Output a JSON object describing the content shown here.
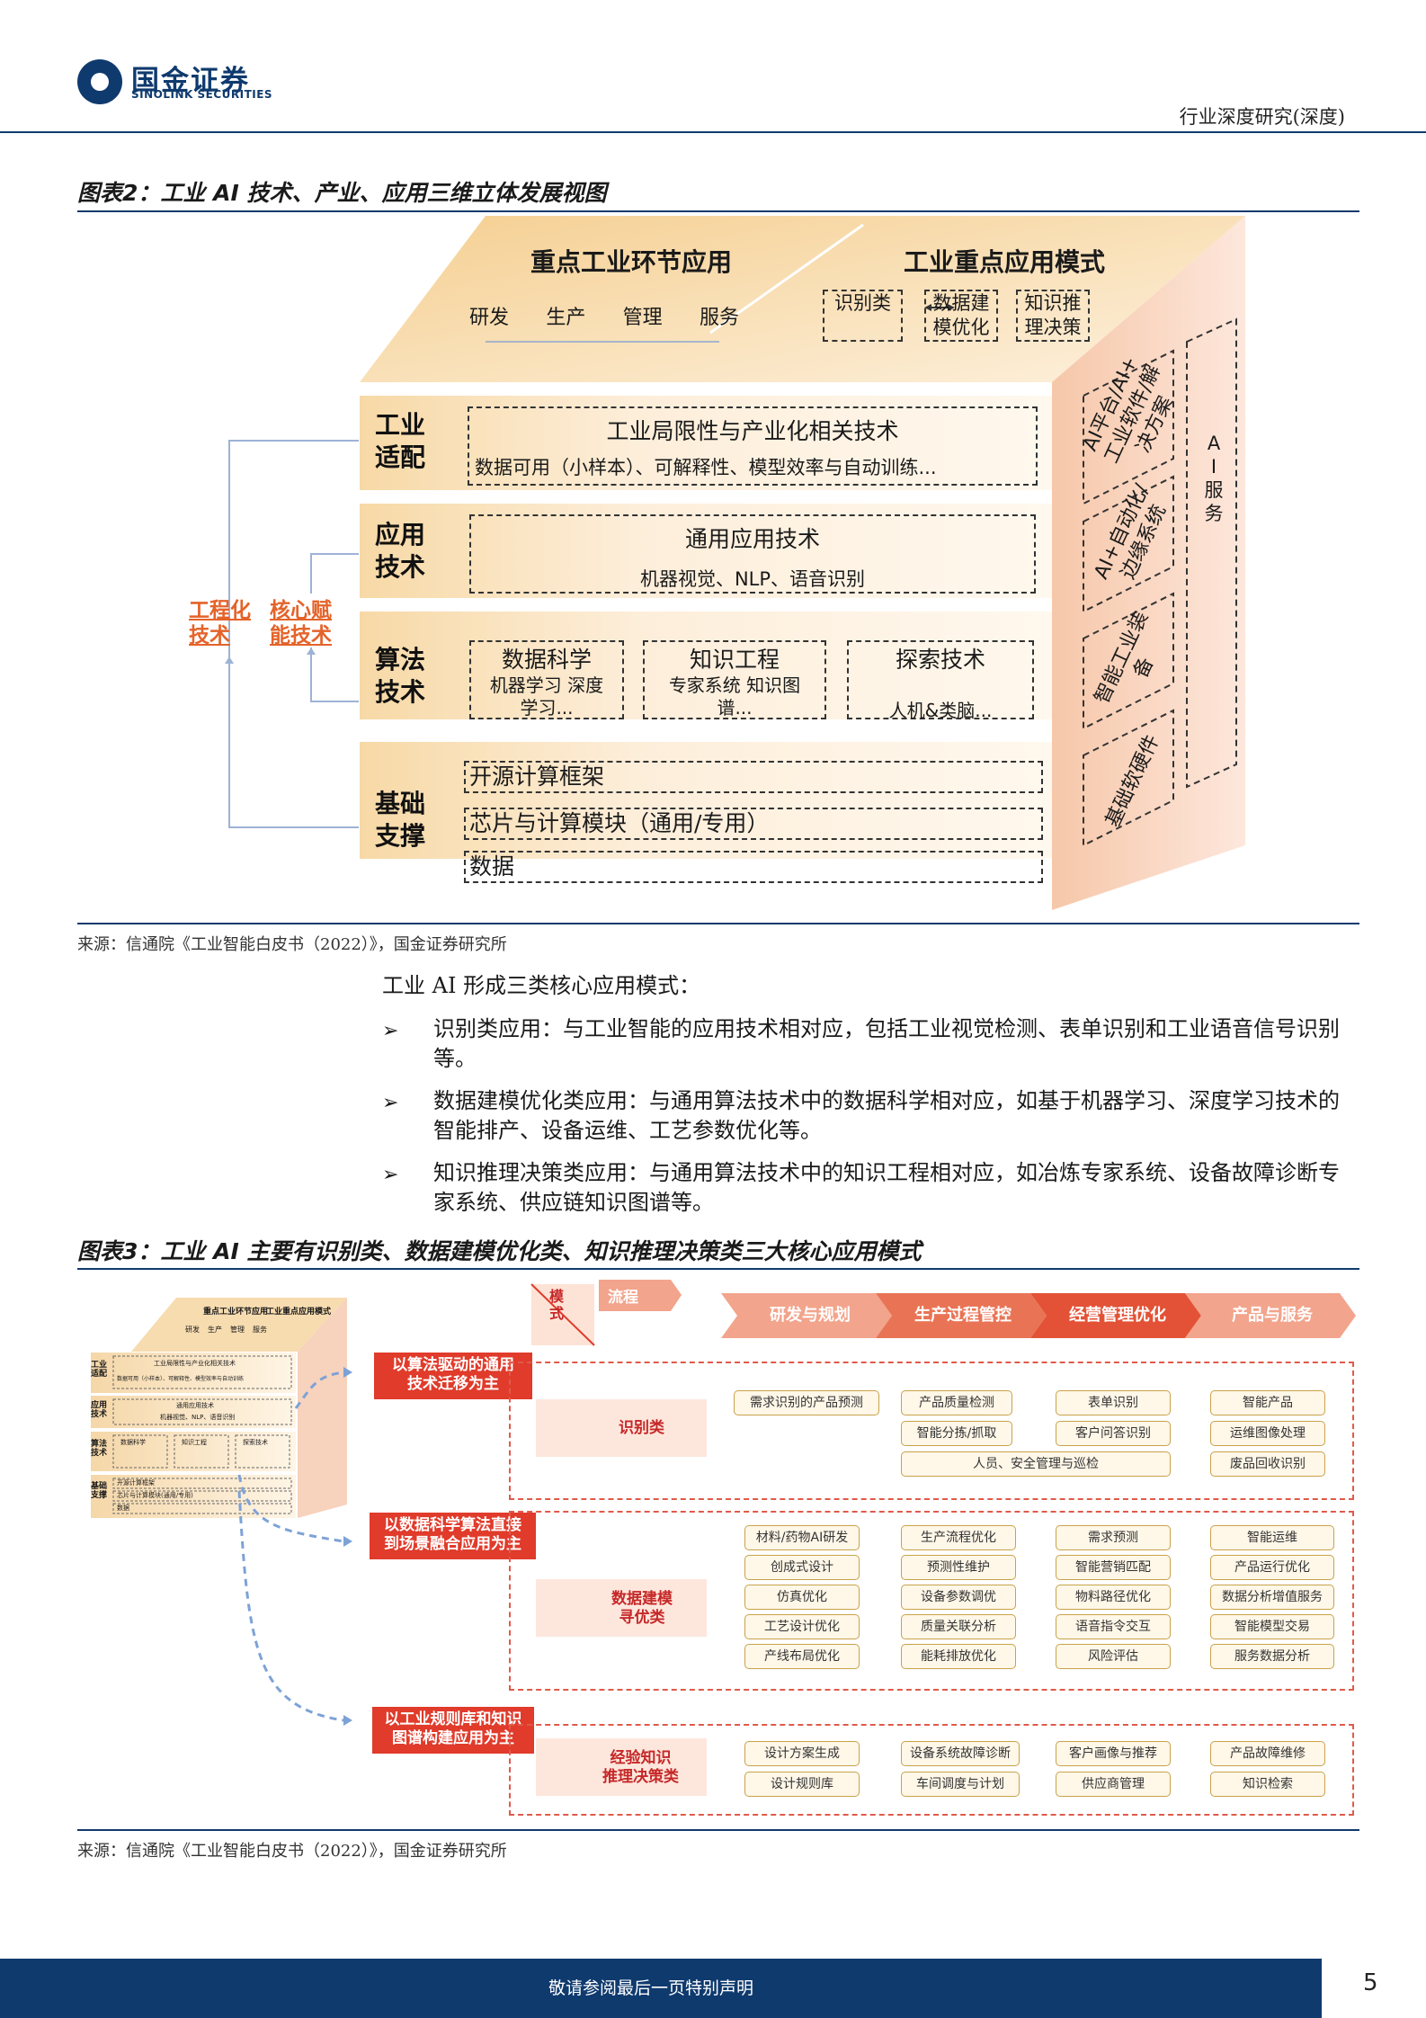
{
  "header": {
    "brand_cn": "国金证券",
    "brand_en": "SINOLINK SECURITIES",
    "report_type": "行业深度研究(深度)"
  },
  "fig2": {
    "title": "图表2：工业 AI 技术、产业、应用三维立体发展视图",
    "top": {
      "left_title": "重点工业环节应用",
      "left_items": [
        "研发",
        "生产",
        "管理",
        "服务"
      ],
      "right_title": "工业重点应用模式",
      "right_items": [
        "识别类",
        "数据建\n模优化",
        "知识推\n理决策"
      ]
    },
    "layers": [
      {
        "label": "工业\n适配",
        "box_title": "工业局限性与产业化相关技术",
        "box_text": "数据可用（小样本）、可解释性、模型效率与自动训练..."
      },
      {
        "label": "应用\n技术",
        "box_title": "通用应用技术",
        "box_text": "机器视觉、NLP、语音识别"
      },
      {
        "label": "算法\n技术",
        "boxes": [
          {
            "title": "数据科学",
            "text": "机器学习 深度\n学习..."
          },
          {
            "title": "知识工程",
            "text": "专家系统 知识图\n谱..."
          },
          {
            "title": "探索技术",
            "text": "人机&类脑..."
          }
        ]
      },
      {
        "label": "基础\n支撑",
        "rows": [
          "开源计算框架",
          "芯片与计算模块（通用/专用）",
          "数据"
        ]
      }
    ],
    "side_links": [
      "工程化\n技术",
      "核心赋\n能技术"
    ],
    "right_face": [
      "AI平台/AI+\n工业软件/解\n决方案",
      "AI+自动化/\n边缘系统",
      "智能工业装\n备",
      "基础软硬件"
    ],
    "ai_service": "A\nI\n服\n务",
    "source": "来源：信通院《工业智能白皮书（2022）》，国金证券研究所"
  },
  "body": {
    "intro": "工业 AI 形成三类核心应用模式：",
    "bullets": [
      "识别类应用：与工业智能的应用技术相对应，包括工业视觉检测、表单识别和工业语音信号识别等。",
      "数据建模优化类应用：与通用算法技术中的数据科学相对应，如基于机器学习、深度学习技术的智能排产、设备运维、工艺参数优化等。",
      "知识推理决策类应用：与通用算法技术中的知识工程相对应，如冶炼专家系统、设备故障诊断专家系统、供应链知识图谱等。"
    ]
  },
  "fig3": {
    "title": "图表3：工业 AI 主要有识别类、数据建模优化类、知识推理决策类三大核心应用模式",
    "thumb": {
      "top_left": "重点工业环节应用",
      "top_right": "工业重点应用模式",
      "top_items": [
        "研发",
        "生产",
        "管理",
        "服务"
      ],
      "layers": [
        "工业\n适配",
        "应用\n技术",
        "算法\n技术",
        "基础\n支撑"
      ],
      "rows": [
        "工业局限性与产业化相关技术",
        "数据可用（小样本）、可解释性、模型效率与自动训练",
        "通用应用技术",
        "机器视觉、NLP、语音识别",
        "数据科学",
        "知识工程",
        "探索技术",
        "开源计算框架",
        "芯片与计算模块(通用/专用)",
        "数据"
      ]
    },
    "corner": {
      "mode": "模\n式",
      "flow": "流程"
    },
    "stages": [
      "研发与规划",
      "生产过程管控",
      "经营管理优化",
      "产品与服务"
    ],
    "drivers": [
      "以算法驱动的通用\n技术迁移为主",
      "以数据科学算法直接\n到场景融合应用为主",
      "以工业规则库和知识\n图谱构建应用为主"
    ],
    "categories": [
      "识别类",
      "数据建模\n寻优类",
      "经验知识\n推理决策类"
    ],
    "recognition": {
      "col1": [
        "需求识别的产品预测"
      ],
      "col2": [
        "产品质量检测",
        "智能分拣/抓取"
      ],
      "col2_wide": "人员、安全管理与巡检",
      "col3": [
        "表单识别",
        "客户问答识别"
      ],
      "col4": [
        "智能产品",
        "运维图像处理",
        "废品回收识别"
      ]
    },
    "modeling": {
      "col1": [
        "材料/药物AI研发",
        "创成式设计",
        "仿真优化",
        "工艺设计优化",
        "产线布局优化"
      ],
      "col2": [
        "生产流程优化",
        "预测性维护",
        "设备参数调优",
        "质量关联分析",
        "能耗排放优化"
      ],
      "col3": [
        "需求预测",
        "智能营销匹配",
        "物料路径优化",
        "语音指令交互",
        "风险评估"
      ],
      "col4": [
        "智能运维",
        "产品运行优化",
        "数据分析增值服务",
        "智能模型交易",
        "服务数据分析"
      ]
    },
    "reasoning": {
      "col1": [
        "设计方案生成",
        "设计规则库"
      ],
      "col2": [
        "设备系统故障诊断",
        "车间调度与计划"
      ],
      "col3": [
        "客户画像与推荐",
        "供应商管理"
      ],
      "col4": [
        "产品故障维修",
        "知识检索"
      ]
    },
    "source": "来源：信通院《工业智能白皮书（2022）》，国金证券研究所"
  },
  "footer": {
    "notice": "敬请参阅最后一页特别声明",
    "page": "5"
  },
  "colors": {
    "brand": "#0f3a6e",
    "accent": "#e03b2b",
    "layer": "#f7d9a6"
  }
}
